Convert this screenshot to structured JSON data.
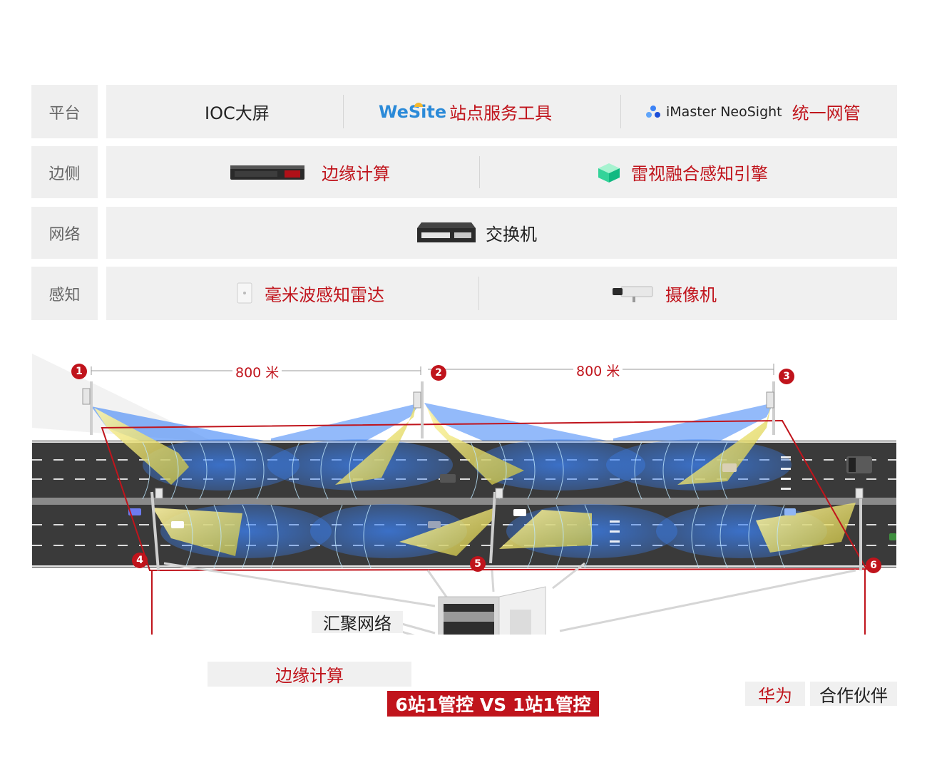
{
  "layers": [
    {
      "label": "平台",
      "items": [
        {
          "text": "IOC大屏",
          "color": "dark"
        },
        {
          "logo": "WeSite",
          "text": "站点服务工具",
          "color": "red"
        },
        {
          "logo": "iMaster NeoSight",
          "text": "统一网管",
          "color": "red"
        }
      ]
    },
    {
      "label": "边侧",
      "items": [
        {
          "icon": "server-icon",
          "text": "边缘计算",
          "color": "red"
        },
        {
          "icon": "cube-icon",
          "text": "雷视融合感知引擎",
          "color": "red"
        }
      ]
    },
    {
      "label": "网络",
      "items": [
        {
          "icon": "switch-icon",
          "text": "交换机",
          "color": "dark"
        }
      ]
    },
    {
      "label": "感知",
      "items": [
        {
          "icon": "radar-icon",
          "text": "毫米波感知雷达",
          "color": "red"
        },
        {
          "icon": "camera-icon",
          "text": "摄像机",
          "color": "red"
        }
      ]
    }
  ],
  "diagram": {
    "distance_1": "800 米",
    "distance_2": "800 米",
    "poles": [
      "1",
      "2",
      "3",
      "4",
      "5",
      "6"
    ],
    "aggregation_label": "汇聚网络",
    "edge_label": "边缘计算",
    "banner": "6站1管控 VS 1站1管控"
  },
  "legend": {
    "huawei": "华为",
    "partner": "合作伙伴"
  },
  "colors": {
    "accent_red": "#c0141c",
    "panel_gray": "#f0f0f0",
    "label_gray": "#efefef",
    "road": "#3a3a3a",
    "radar_blue": "#3b82f6",
    "camera_yellow": "#e6d94a"
  }
}
